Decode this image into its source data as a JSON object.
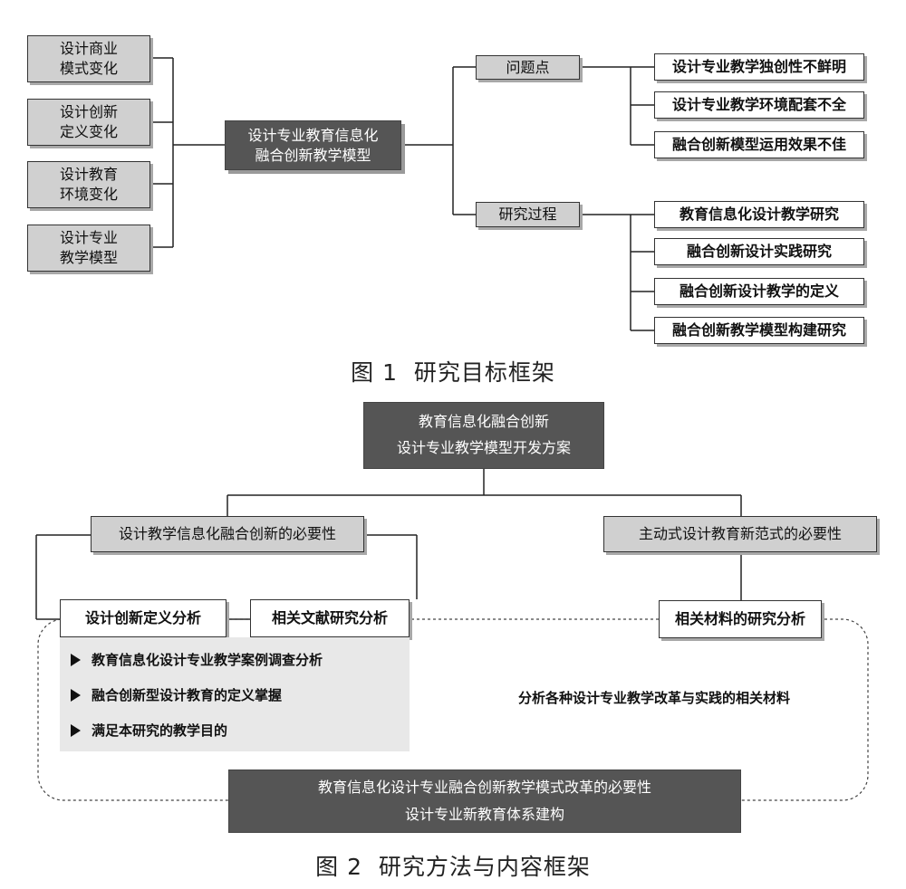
{
  "figure1": {
    "caption": "图 1  研究目标框架",
    "left_items": [
      "设计商业\n模式变化",
      "设计创新\n定义变化",
      "设计教育\n环境变化",
      "设计专业\n教学模型"
    ],
    "center": "设计专业教育信息化\n融合创新教学模型",
    "problems_label": "问题点",
    "problems": [
      "设计专业教学独创性不鲜明",
      "设计专业教学环境配套不全",
      "融合创新模型运用效果不佳"
    ],
    "process_label": "研究过程",
    "process": [
      "教育信息化设计教学研究",
      "融合创新设计实践研究",
      "融合创新设计教学的定义",
      "融合创新教学模型构建研究"
    ]
  },
  "figure2": {
    "caption": "图 2  研究方法与内容框架",
    "top": "教育信息化融合创新\n设计专业教学模型开发方案",
    "left_branch": "设计教学信息化融合创新的必要性",
    "right_branch": "主动式设计教育新范式的必要性",
    "left_sub1": "设计创新定义分析",
    "left_sub2": "相关文献研究分析",
    "right_sub": "相关材料的研究分析",
    "bullets": [
      "教育信息化设计专业教学案例调查分析",
      "融合创新型设计教育的定义掌握",
      "满足本研究的教学目的"
    ],
    "right_text": "分析各种设计专业教学改革与实践的相关材料",
    "bottom": "教育信息化设计专业融合创新教学模式改革的必要性\n设计专业新教育体系建构"
  },
  "colors": {
    "gray_box": "#d0d0d0",
    "dark_box": "#555555",
    "panel": "#e8e8e8",
    "line": "#222222"
  }
}
